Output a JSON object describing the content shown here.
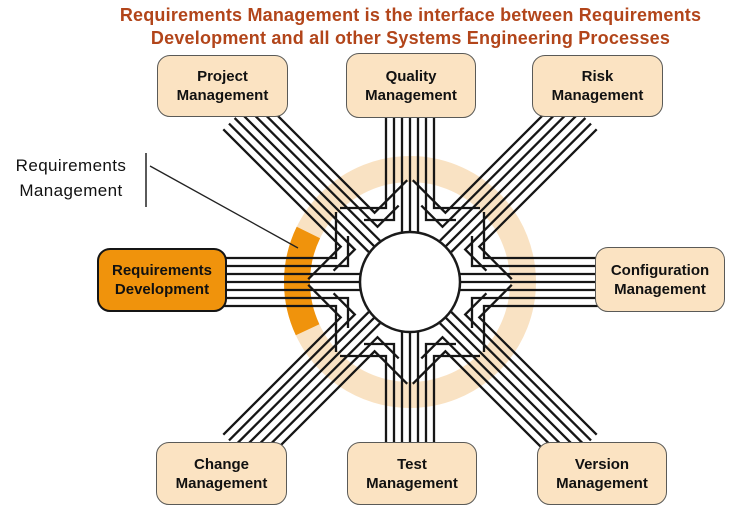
{
  "title": {
    "line1": "Requirements Management is the interface between Requirements",
    "line2": "Development and all other Systems Engineering Processes"
  },
  "callout": {
    "line1": "Requirements",
    "line2": "Management"
  },
  "nodes": [
    {
      "id": "project",
      "line1": "Project",
      "line2": "Management",
      "highlighted": false
    },
    {
      "id": "quality",
      "line1": "Quality",
      "line2": "Management",
      "highlighted": false
    },
    {
      "id": "risk",
      "line1": "Risk",
      "line2": "Management",
      "highlighted": false
    },
    {
      "id": "configuration",
      "line1": "Configuration",
      "line2": "Management",
      "highlighted": false
    },
    {
      "id": "requirements-development",
      "line1": "Requirements",
      "line2": "Development",
      "highlighted": true
    },
    {
      "id": "change",
      "line1": "Change",
      "line2": "Management",
      "highlighted": false
    },
    {
      "id": "test",
      "line1": "Test",
      "line2": "Management",
      "highlighted": false
    },
    {
      "id": "version",
      "line1": "Version",
      "line2": "Management",
      "highlighted": false
    }
  ],
  "colors": {
    "title_text": "#B2451A",
    "node_fill": "#FBE3C2",
    "node_border": "#5A5A57",
    "highlight_fill": "#F0930C",
    "highlight_border": "#151515",
    "ring": "#F9E2C3",
    "ring_highlight_arc": "#F0930C",
    "line": "#161616",
    "hub_fill": "#FFFFFF",
    "hub_border": "#1A1A1A",
    "pointer": "#222222"
  }
}
